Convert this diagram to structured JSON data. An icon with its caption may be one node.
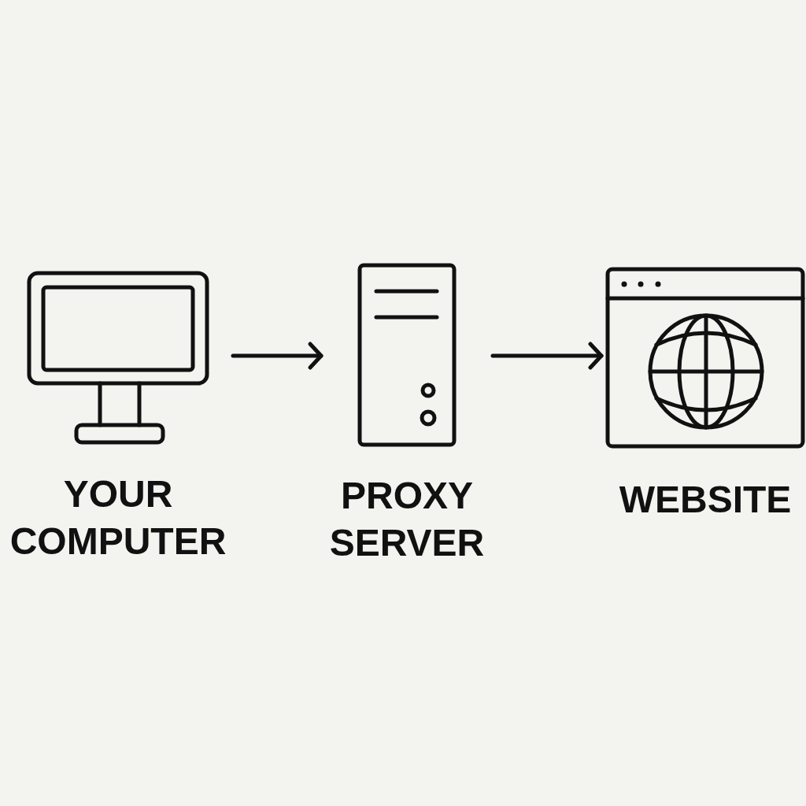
{
  "diagram": {
    "nodes": [
      {
        "text": [
          "YOUR COMPUTER"
        ]
      },
      {
        "text": [
          "PROXY SERVER"
        ]
      },
      {
        "text": [
          "WEBSITE"
        ]
      }
    ],
    "edges": [
      {
        "from": 0,
        "to": 1,
        "arrow": "to"
      },
      {
        "from": 1,
        "to": 2,
        "arrow": "to"
      }
    ]
  }
}
